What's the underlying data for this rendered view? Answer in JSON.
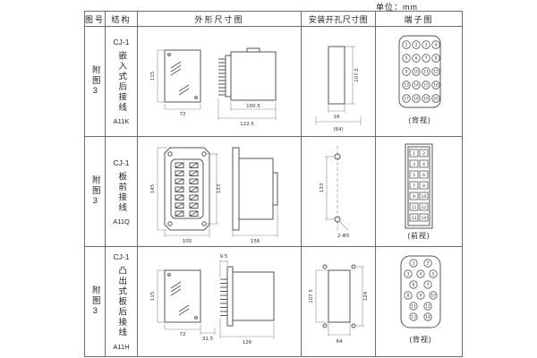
{
  "unit_label": "单位：mm",
  "headers": [
    "图号",
    "结构",
    "外形尺寸图",
    "安装开孔尺寸图",
    "端子图"
  ],
  "rows": [
    {
      "fig_no": "附图3",
      "model": "CJ-1",
      "structure_desc": "嵌入式后接线",
      "code": "A11K",
      "outline_dims": [
        "115",
        "72",
        "100.5",
        "122.5"
      ],
      "mounting_dims": [
        "107.5",
        "16",
        "(64)"
      ],
      "terminal_view": "(背视)",
      "terminals": [
        "1",
        "2",
        "3",
        "4",
        "5",
        "6",
        "7",
        "8",
        "9",
        "10",
        "11",
        "12",
        "13",
        "14",
        "15",
        "16",
        "17",
        "18",
        "19",
        "20"
      ]
    },
    {
      "fig_no": "附图3",
      "model": "CJ-1",
      "structure_desc": "板前接线",
      "code": "A11Q",
      "outline_dims": [
        "145",
        "133",
        "105",
        "156"
      ],
      "mounting_dims": [
        "133",
        "2-Φ5"
      ],
      "terminal_view": "(前视)",
      "terminals": [
        "1",
        "2",
        "3",
        "4",
        "5",
        "6",
        "7",
        "8",
        "9",
        "10",
        "11",
        "12",
        "13",
        "14"
      ]
    },
    {
      "fig_no": "附图3",
      "model": "CJ-1",
      "structure_desc": "凸出式板后接线",
      "code": "A11H",
      "outline_dims": [
        "115",
        "72",
        "31.5",
        "9.5",
        "126"
      ],
      "mounting_dims": [
        "107.5",
        "124",
        "64"
      ],
      "terminal_view": "(背视)",
      "terminals": [
        "1",
        "2",
        "3",
        "4",
        "5",
        "6",
        "7",
        "8",
        "9",
        "10",
        "11",
        "12",
        "13",
        "14"
      ]
    }
  ]
}
